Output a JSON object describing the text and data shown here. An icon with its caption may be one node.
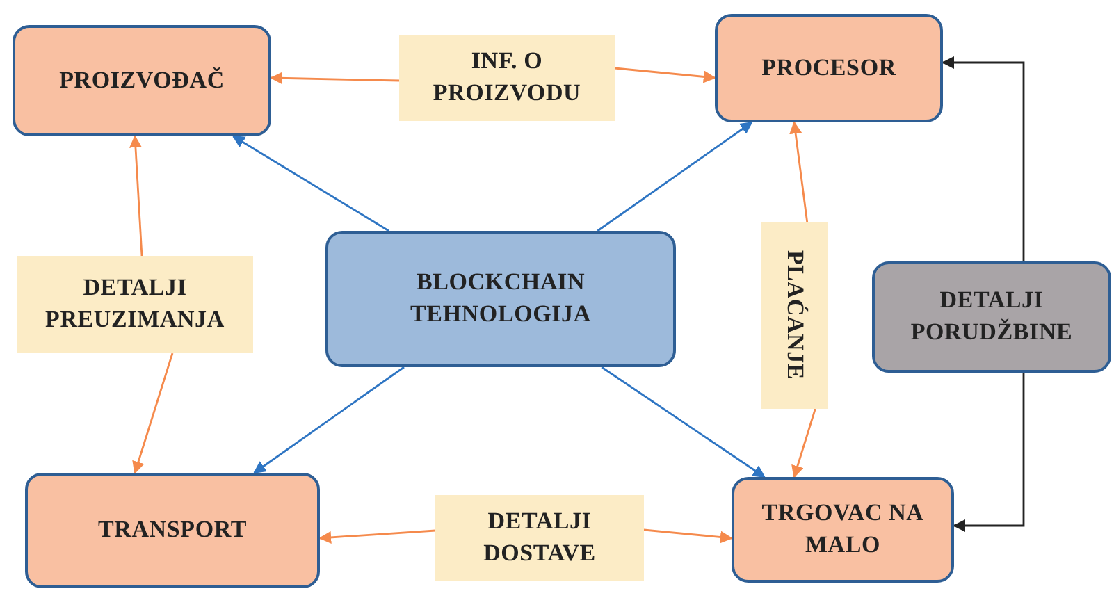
{
  "diagram": {
    "nodes": [
      {
        "text": [
          "PROIZVOĐAČ"
        ]
      },
      {
        "text": [
          "INF. O PROIZVODU"
        ]
      },
      {
        "text": [
          "PROCESOR"
        ]
      },
      {
        "text": [
          "DETALJI PREUZIMANJA"
        ]
      },
      {
        "text": [
          "BLOCKCHAIN TEHNOLOGIJA"
        ]
      },
      {
        "text": [
          "PLAĆANJE"
        ]
      },
      {
        "text": [
          "DETALJI PORUDŽBINE"
        ]
      },
      {
        "text": [
          "TRANSPORT"
        ]
      },
      {
        "text": [
          "DETALJI DOSTAVE"
        ]
      },
      {
        "text": [
          "TRGOVAC NA MALO"
        ]
      }
    ],
    "edges": [
      {
        "from": 1,
        "to": 0,
        "arrow": "to"
      },
      {
        "from": 1,
        "to": 2,
        "arrow": "to"
      },
      {
        "from": 3,
        "to": 0,
        "arrow": "to"
      },
      {
        "from": 3,
        "to": 7,
        "arrow": "to"
      },
      {
        "from": 4,
        "to": 0,
        "arrow": "to",
        "color": "#2e75c3"
      },
      {
        "from": 4,
        "to": 2,
        "arrow": "to",
        "color": "#2e75c3"
      },
      {
        "from": 4,
        "to": 7,
        "arrow": "to",
        "color": "#2e75c3"
      },
      {
        "from": 4,
        "to": 9,
        "arrow": "to",
        "color": "#2e75c3"
      },
      {
        "from": 5,
        "to": 2,
        "arrow": "to"
      },
      {
        "from": 5,
        "to": 9,
        "arrow": "to"
      },
      {
        "from": 6,
        "to": 2,
        "arrow": "to",
        "color": "#222222"
      },
      {
        "from": 6,
        "to": 9,
        "arrow": "to",
        "color": "#222222"
      },
      {
        "from": 8,
        "to": 7,
        "arrow": "to"
      },
      {
        "from": 8,
        "to": 9,
        "arrow": "to"
      }
    ]
  }
}
